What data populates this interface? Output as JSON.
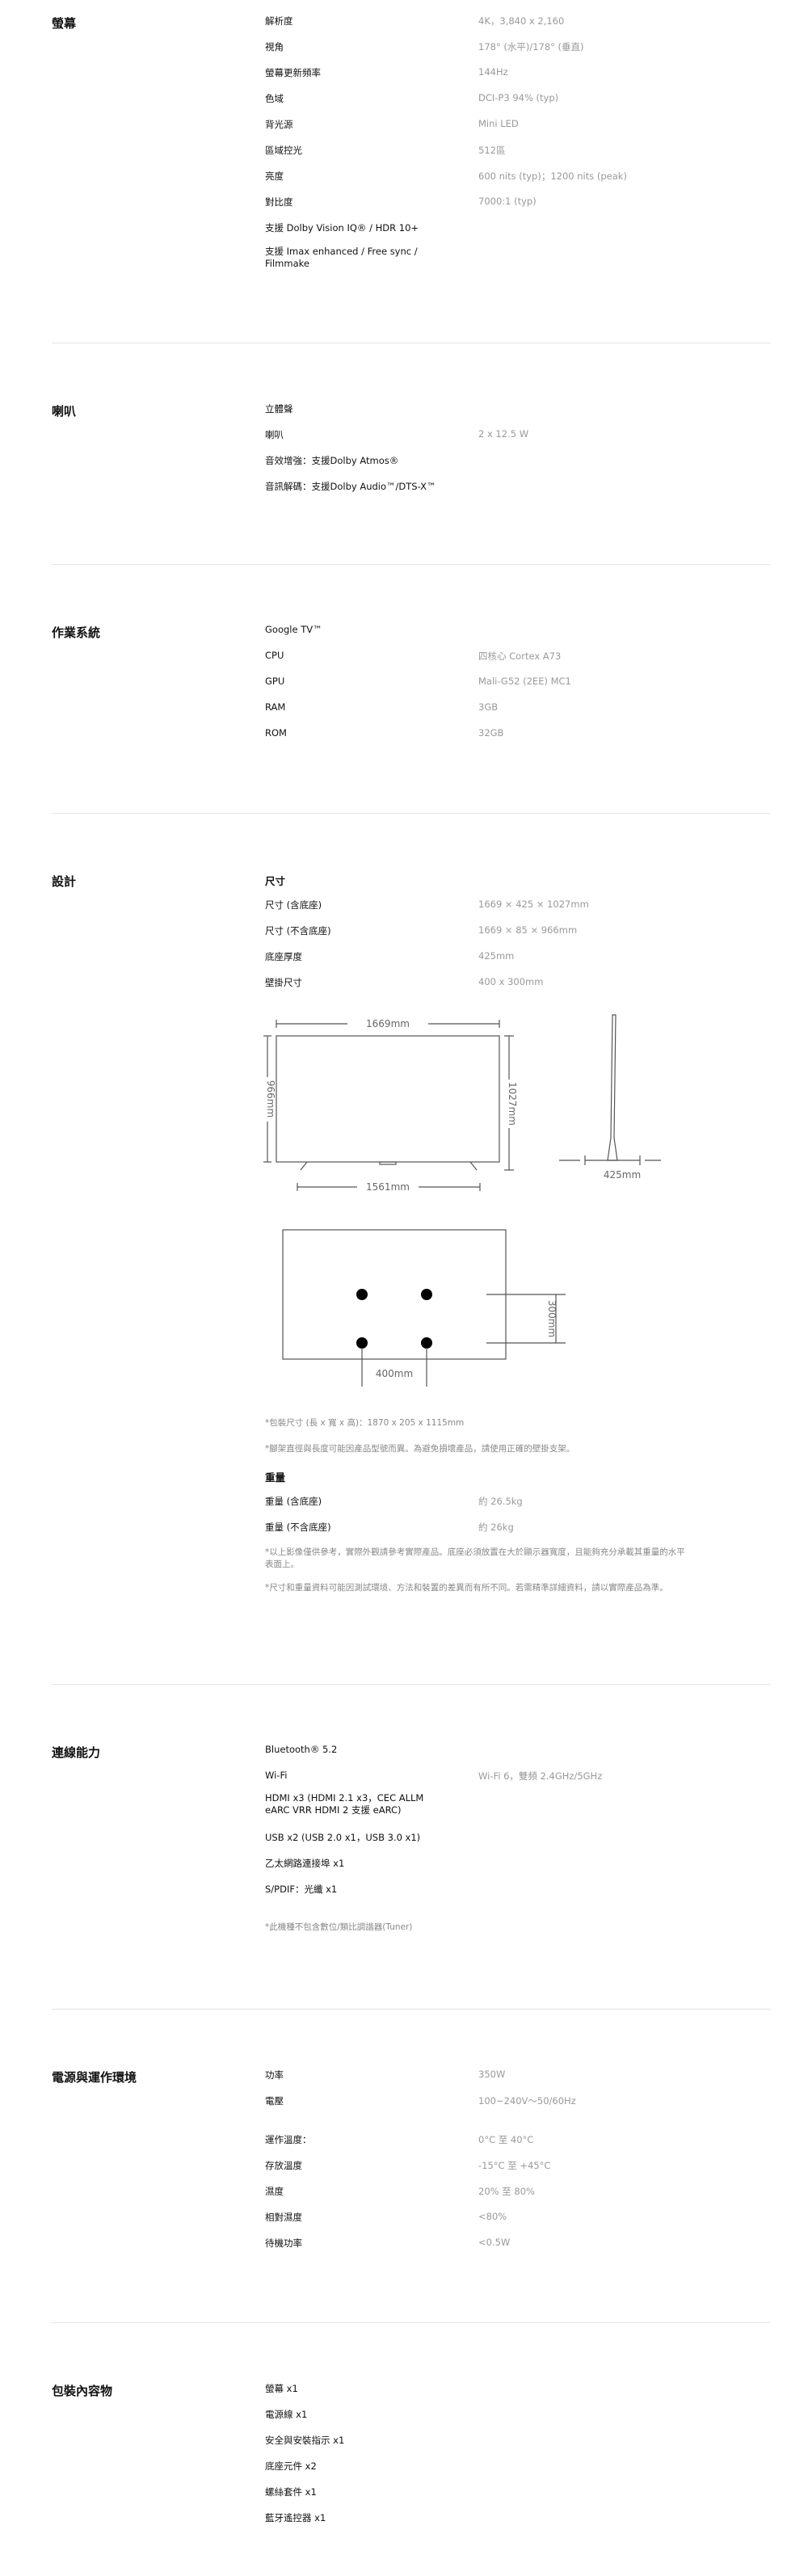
{
  "display": {
    "title": "螢幕",
    "rows": [
      {
        "label": "解析度",
        "value": "4K，3,840 x 2,160"
      },
      {
        "label": "視角",
        "value": "178° (水平)/178° (垂直)"
      },
      {
        "label": "螢幕更新頻率",
        "value": "144Hz"
      },
      {
        "label": "色域",
        "value": "DCI-P3 94% (typ)"
      },
      {
        "label": "背光源",
        "value": "Mini LED"
      },
      {
        "label": "區域控光",
        "value": "512區"
      },
      {
        "label": "亮度",
        "value": "600 nits (typ)；1200 nits (peak)"
      },
      {
        "label": "對比度",
        "value": "7000:1 (typ)"
      },
      {
        "label": "支援 Dolby Vision IQ® / HDR 10+",
        "value": ""
      },
      {
        "label": "支援 Imax enhanced / Free sync / Filmmake",
        "value": ""
      }
    ]
  },
  "speaker": {
    "title": "喇叭",
    "rows": [
      {
        "label": "立體聲",
        "value": ""
      },
      {
        "label": "喇叭",
        "value": "2 x 12.5 W"
      },
      {
        "label": "音效增強：支援Dolby Atmos®",
        "value": ""
      },
      {
        "label": "音訊解碼：支援Dolby Audio™/DTS-X™",
        "value": ""
      }
    ]
  },
  "os": {
    "title": "作業系統",
    "rows": [
      {
        "label": "Google TV™",
        "value": ""
      },
      {
        "label": "CPU",
        "value": "四核心 Cortex A73"
      },
      {
        "label": "GPU",
        "value": "Mali-G52 (2EE) MC1"
      },
      {
        "label": "RAM",
        "value": "3GB"
      },
      {
        "label": "ROM",
        "value": "32GB"
      }
    ]
  },
  "design": {
    "title": "設計",
    "size_heading": "尺寸",
    "rows": [
      {
        "label": "尺寸 (含底座)",
        "value": "1669 × 425 × 1027mm"
      },
      {
        "label": "尺寸 (不含底座)",
        "value": "1669 × 85 × 966mm"
      },
      {
        "label": "底座厚度",
        "value": "425mm"
      },
      {
        "label": "壁掛尺寸",
        "value": "400 x 300mm"
      }
    ],
    "diagram": {
      "width_label": "1669mm",
      "height_no_stand_label": "966mm",
      "height_stand_label": "1027mm",
      "stand_width_label": "1561mm",
      "depth_label": "425mm",
      "wall_w_label": "400mm",
      "wall_h_label": "300mm"
    },
    "note1": "*包裝尺寸 (長 x 寬 x 高)：1870 x 205 x 1115mm",
    "note2": "*腳架直徑與長度可能因產品型號而異。為避免損壞產品，請使用正確的壁掛支架。",
    "weight_heading": "重量",
    "weight_rows": [
      {
        "label": "重量 (含底座)",
        "value": "約 26.5kg"
      },
      {
        "label": "重量 (不含底座)",
        "value": "約 26kg"
      }
    ],
    "note3": "*以上影像僅供參考，實際外觀請參考實際產品。底座必須放置在大於顯示器寬度，且能夠充分承載其重量的水平表面上。",
    "note4": "*尺寸和重量資料可能因測試環境、方法和裝置的差異而有所不同。若需精準詳細資料，請以實際產品為準。"
  },
  "connectivity": {
    "title": "連線能力",
    "rows": [
      {
        "label": "Bluetooth® 5.2",
        "value": ""
      },
      {
        "label": "Wi-Fi",
        "value": "Wi-Fi 6，雙頻 2.4GHz/5GHz"
      },
      {
        "label": "HDMI x3 (HDMI 2.1 x3，CEC ALLM eARC VRR HDMI 2 支援 eARC)",
        "value": ""
      },
      {
        "label": "USB x2 (USB 2.0 x1，USB 3.0 x1)",
        "value": ""
      },
      {
        "label": "乙太網路連接埠 x1",
        "value": ""
      },
      {
        "label": "S/PDIF：光纖 x1",
        "value": ""
      }
    ],
    "note": "*此機種不包含數位/類比調諧器(Tuner)"
  },
  "power": {
    "title": "電源與運作環境",
    "rows": [
      {
        "label": "功率",
        "value": "350W"
      },
      {
        "label": "電壓",
        "value": "100~240V〜50/60Hz"
      },
      {
        "label": "運作溫度：",
        "value": "0°C 至 40°C"
      },
      {
        "label": "存放溫度",
        "value": "-15°C 至 +45°C"
      },
      {
        "label": "濕度",
        "value": "20% 至 80%"
      },
      {
        "label": "相對濕度",
        "value": "<80%"
      },
      {
        "label": "待機功率",
        "value": "<0.5W"
      }
    ]
  },
  "box": {
    "title": "包裝內容物",
    "rows": [
      {
        "label": "螢幕 x1"
      },
      {
        "label": "電源線 x1"
      },
      {
        "label": "安全與安裝指示 x1"
      },
      {
        "label": "底座元件 x2"
      },
      {
        "label": "螺絲套件 x1"
      },
      {
        "label": "藍牙遙控器 x1"
      }
    ]
  }
}
